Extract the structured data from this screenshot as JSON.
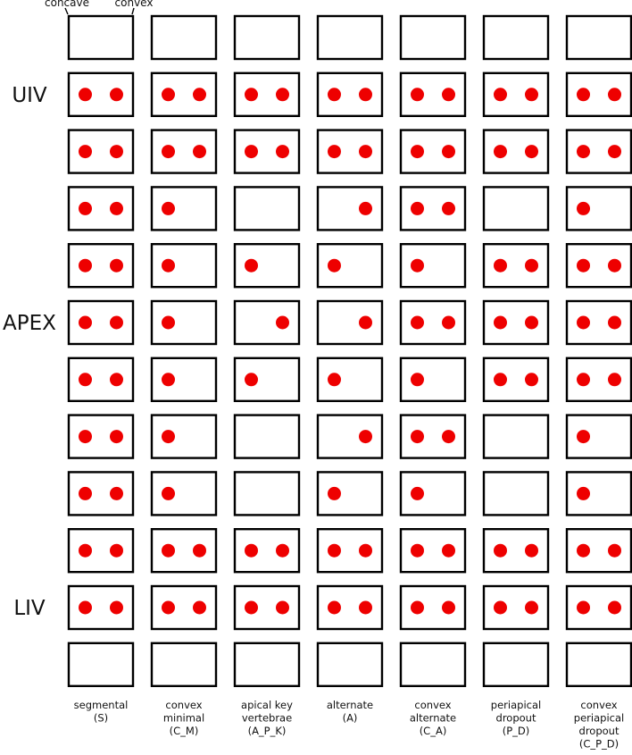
{
  "top_labels": {
    "concave": "concave",
    "convex": "convex"
  },
  "row_labels": [
    {
      "row": 1,
      "text": "UIV"
    },
    {
      "row": 5,
      "text": "APEX"
    },
    {
      "row": 10,
      "text": "LIV"
    }
  ],
  "columns": [
    {
      "name": "segmental",
      "lines": [
        "segmental",
        "(S)"
      ],
      "rows": [
        "",
        "CV",
        "CV",
        "CV",
        "CV",
        "CV",
        "CV",
        "CV",
        "CV",
        "CV",
        "CV",
        ""
      ]
    },
    {
      "name": "convex-minimal",
      "lines": [
        "convex",
        "minimal",
        "(C_M)"
      ],
      "rows": [
        "",
        "CV",
        "CV",
        "C",
        "C",
        "C",
        "C",
        "C",
        "C",
        "CV",
        "CV",
        ""
      ]
    },
    {
      "name": "apical-key-vertebrae",
      "lines": [
        "apical key",
        "vertebrae",
        "(A_P_K)"
      ],
      "rows": [
        "",
        "CV",
        "CV",
        "",
        "C",
        "V",
        "C",
        "",
        "",
        "CV",
        "CV",
        ""
      ]
    },
    {
      "name": "alternate",
      "lines": [
        "alternate",
        "(A)"
      ],
      "rows": [
        "",
        "CV",
        "CV",
        "V",
        "C",
        "V",
        "C",
        "V",
        "C",
        "CV",
        "CV",
        ""
      ]
    },
    {
      "name": "convex-alternate",
      "lines": [
        "convex",
        "alternate",
        "(C_A)"
      ],
      "rows": [
        "",
        "CV",
        "CV",
        "CV",
        "C",
        "CV",
        "C",
        "CV",
        "C",
        "CV",
        "CV",
        ""
      ]
    },
    {
      "name": "periapical-dropout",
      "lines": [
        "periapical",
        "dropout",
        "(P_D)"
      ],
      "rows": [
        "",
        "CV",
        "CV",
        "",
        "CV",
        "CV",
        "CV",
        "",
        "",
        "CV",
        "CV",
        ""
      ]
    },
    {
      "name": "convex-periapical-dropout",
      "lines": [
        "convex",
        "periapical",
        "dropout",
        "(C_P_D)"
      ],
      "rows": [
        "",
        "CV",
        "CV",
        "C",
        "CV",
        "CV",
        "CV",
        "C",
        "C",
        "CV",
        "CV",
        ""
      ]
    }
  ],
  "colors": {
    "screw": "#ee0000",
    "box": "#000000"
  }
}
